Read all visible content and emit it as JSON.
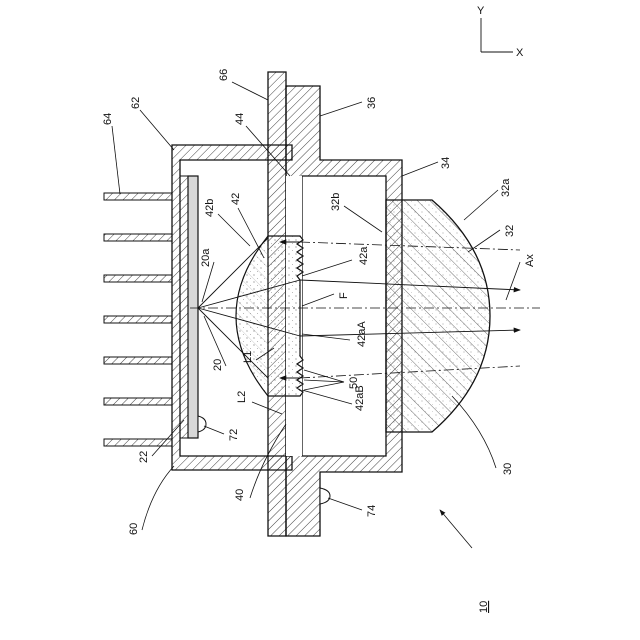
{
  "figure": {
    "axes": {
      "y": "Y",
      "x": "X"
    },
    "device_label": "10",
    "labels": {
      "l64": "64",
      "l62": "62",
      "l66": "66",
      "l44": "44",
      "l36": "36",
      "l34": "34",
      "l32a": "32a",
      "l32": "32",
      "l32b": "32b",
      "l42b": "42b",
      "l42": "42",
      "l42a": "42a",
      "lAx": "Ax",
      "l20a": "20a",
      "lF": "F",
      "l42aA": "42aA",
      "lL1": "L1",
      "l20": "20",
      "l50": "50",
      "l42aB": "42aB",
      "lL2": "L2",
      "l22": "22",
      "l72": "72",
      "l40": "40",
      "l74": "74",
      "l30": "30",
      "l60": "60"
    }
  }
}
